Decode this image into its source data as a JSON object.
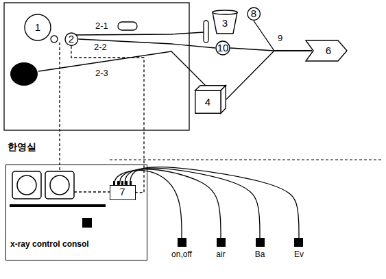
{
  "diagram": {
    "nodes": [
      {
        "text": [
          "1"
        ]
      },
      {
        "text": [
          "2"
        ]
      },
      {
        "text": [
          "3"
        ]
      },
      {
        "text": [
          "8"
        ]
      },
      {
        "text": [
          "10"
        ]
      },
      {
        "text": [
          "6"
        ]
      },
      {
        "text": [
          "4"
        ]
      },
      {
        "text": [
          "x-ray control consol"
        ]
      },
      {
        "text": [
          "7"
        ],
        "in": 7
      },
      {
        "text": [
          "on,off"
        ]
      },
      {
        "text": [
          "air"
        ]
      },
      {
        "text": [
          "Ba"
        ]
      },
      {
        "text": [
          "Ev"
        ]
      }
    ],
    "edges": [
      {
        "from": 1,
        "to": 4,
        "label": "2-2",
        "arrow": "none"
      },
      {
        "from": 4,
        "to": 5,
        "arrow": "none"
      },
      {
        "from": 3,
        "to": 5,
        "arrow": "none"
      },
      {
        "from": 6,
        "to": 5,
        "arrow": "none"
      },
      {
        "from": 1,
        "to": 8,
        "arrow": "none"
      },
      {
        "from": 8,
        "to": 9,
        "arrow": "none"
      },
      {
        "from": 8,
        "to": 10,
        "arrow": "none"
      },
      {
        "from": 8,
        "to": 11,
        "arrow": "none"
      },
      {
        "from": 8,
        "to": 12,
        "arrow": "none"
      }
    ],
    "labels": [
      "2-1",
      "2-3",
      "9",
      "한영실"
    ]
  }
}
